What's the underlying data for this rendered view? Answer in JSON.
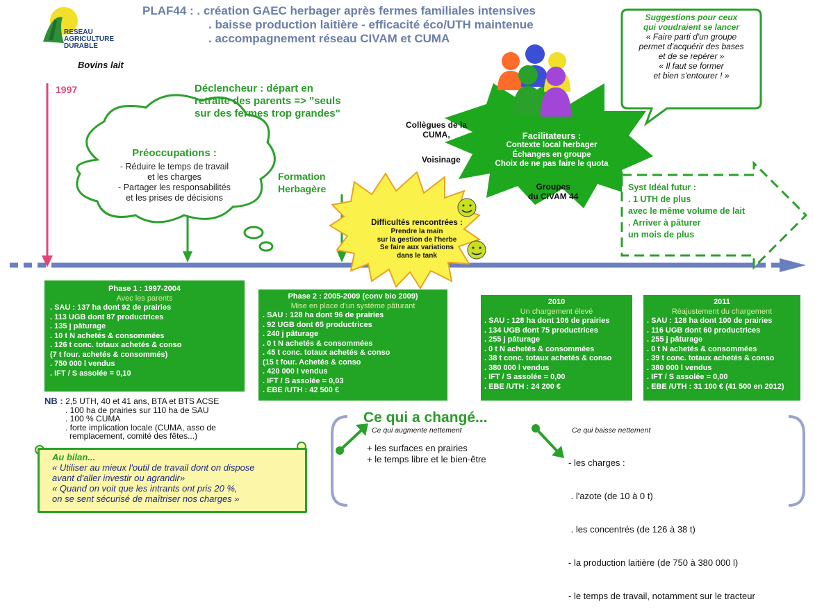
{
  "header": {
    "title_lines": [
      "PLAF44 : . création GAEC herbager après fermes familiales intensives",
      ". baisse production laitière - efficacité éco/UTH maintenue",
      ". accompagnement réseau CIVAM et CUMA"
    ],
    "logo_lines": [
      "RESEAU",
      "AGRICULTURE",
      "DURABLE"
    ],
    "subtitle": "Bovins lait"
  },
  "timeline": {
    "start_year": "1997"
  },
  "declencheur": {
    "lines": [
      "Déclencheur : départ en",
      "retraite des parents => \"seuls",
      "sur des fermes trop grandes\""
    ]
  },
  "preoccupations": {
    "title": "Préoccupations  :",
    "lines": [
      "- Réduire le temps de travail",
      "et les charges",
      "- Partager les responsabilités",
      "et les prises de décisions"
    ]
  },
  "formation": {
    "lines": [
      "Formation",
      "Herbagère"
    ]
  },
  "difficultes": {
    "title": "Difficultés rencontrées :",
    "lines": [
      "Prendre la main",
      "sur la gestion de l'herbe",
      "Se faire aux variations",
      "dans le tank"
    ]
  },
  "facilitateurs": {
    "title": "Facilitateurs :",
    "lines": [
      "Contexte local herbager",
      "Échanges en groupe",
      "Choix de ne pas faire le quota"
    ],
    "side_labels": [
      "Collègues de la",
      "CUMA,",
      "Voisinage",
      "Groupes",
      "du CIVAM 44"
    ]
  },
  "suggestions": {
    "title_lines": [
      "Suggestions pour ceux",
      "qui voudraient se lancer"
    ],
    "lines": [
      "« Faire parti d'un groupe",
      "permet d'acquérir des bases",
      "et de se repérer »",
      "« Il faut se former",
      "et bien s'entourer ! »"
    ]
  },
  "syst_ideal": {
    "lines": [
      "Syst Idéal futur :",
      ". 1 UTH de plus",
      "avec le même volume de lait",
      ". Arriver à pâturer",
      "un mois de plus"
    ]
  },
  "phases": [
    {
      "title": "Phase 1 : 1997-2004",
      "subtitle": "Avec les parents",
      "items": [
        ". SAU :  137 ha dont 92 de prairies",
        ". 113 UGB dont 87 productrices",
        ". 135 j pâturage",
        ". 10 t N achetés & consommées",
        ". 126 t conc. totaux achetés & conso",
        "(7 t four. achetés & consommés)",
        ". 750 000 l vendus",
        ". IFT / S assolée = 0,10"
      ]
    },
    {
      "title": "Phase 2 : 2005-2009 (conv bio 2009)",
      "subtitle": "Mise en place d'un système pâturant",
      "items": [
        ". SAU :  128 ha dont 96 de prairies",
        ". 92 UGB dont 65 productrices",
        ". 240 j pâturage",
        ". 0 t N achetés & consommées",
        ". 45 t conc. totaux achetés & conso",
        "(15 t four. Achetés & conso",
        ". 420 000 l vendus",
        ". IFT / S assolée = 0,03",
        ". EBE /UTH : 42 500 €"
      ]
    },
    {
      "title": "2010",
      "subtitle": "Un chargement élevé",
      "items": [
        ". SAU :  128 ha dont 106 de prairies",
        ". 134 UGB dont 75 productrices",
        ". 255 j pâturage",
        ". 0 t N achetés & consommées",
        ". 38 t conc. totaux achetés & conso",
        ". 380 000 l vendus",
        ". IFT / S assolée = 0,00",
        ". EBE /UTH : 24 200 €"
      ]
    },
    {
      "title": "2011",
      "subtitle": "Réajustement du chargement",
      "items": [
        ". SAU :  128 ha dont 100 de prairies",
        ". 116 UGB dont 60 productrices",
        ". 255 j pâturage",
        ". 0 t N achetés & consommées",
        ". 39 t conc. totaux achetés & conso",
        ". 380 000 l vendus",
        ". IFT / S assolée = 0,00",
        ". EBE /UTH : 31 100 € (41 500  en 2012)"
      ]
    }
  ],
  "nb": {
    "label": "NB :",
    "lines": [
      " 2,5 UTH, 40 et 41 ans, BTA et BTS ACSE",
      ". 100 ha de prairies sur 110 ha de SAU",
      ". 100 % CUMA",
      ". forte implication locale (CUMA, asso de",
      "remplacement, comité des fêtes...)"
    ]
  },
  "bilan": {
    "title": "Au bilan...",
    "lines": [
      "« Utiliser au mieux l'outil de travail dont on dispose",
      "avant d'aller investir ou agrandir»",
      "« Quand on voit que les intrants ont pris 20 %,",
      " on se sent sécurisé de maîtriser nos charges »"
    ]
  },
  "changes": {
    "title": "Ce qui a changé...",
    "up_label": "Ce qui augmente nettement",
    "up_items": [
      "+ les surfaces en prairies",
      "+ le temps libre et le bien-être"
    ],
    "down_label": "Ce qui baisse nettement",
    "down_items": [
      "- les charges :",
      " . l'azote (de 10 à 0 t)",
      " . les concentrés (de 126 à 38 t)",
      "- la production laitière (de 750 à 380 000 l)",
      "- le temps de travail, notamment sur le tracteur"
    ]
  }
}
